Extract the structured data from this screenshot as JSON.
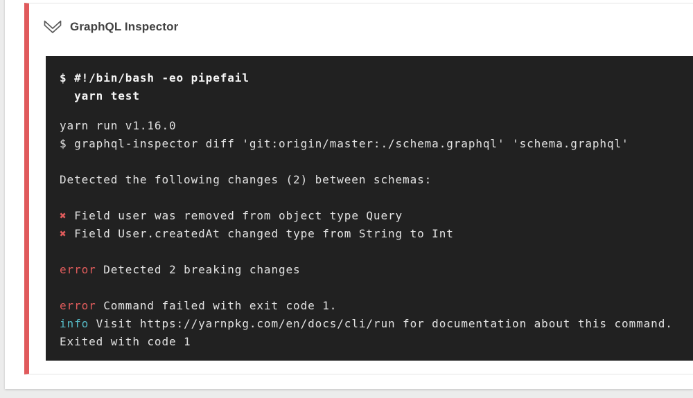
{
  "theme": {
    "page_bg": "#ececec",
    "card_border": "#e4e4e4",
    "accent_red": "#e05a5c",
    "title_color": "#424242",
    "icon_color": "#5a5a5a",
    "terminal_bg": "#212121",
    "terminal_text": "#e3e3e3",
    "terminal_bold": "#f5f5f5",
    "error_red": "#e05c5c",
    "info_cyan": "#56bac6"
  },
  "step": {
    "title": "GraphQL Inspector",
    "status": "failed",
    "collapse_icon": "double-chevron-down-icon"
  },
  "terminal": {
    "command_lines": [
      "$ #!/bin/bash -eo pipefail",
      "  yarn test"
    ],
    "output_lines": [
      [
        {
          "t": "yarn run v1.16.0"
        }
      ],
      [
        {
          "t": "$ graphql-inspector diff 'git:origin/master:./schema.graphql' 'schema.graphql'"
        }
      ],
      [],
      [
        {
          "t": "Detected the following changes (2) between schemas:"
        }
      ],
      [],
      [
        {
          "t": "✖",
          "c": "red"
        },
        {
          "t": " Field user was removed from object type Query"
        }
      ],
      [
        {
          "t": "✖",
          "c": "red"
        },
        {
          "t": " Field User.createdAt changed type from String to Int"
        }
      ],
      [],
      [
        {
          "t": "error",
          "c": "red"
        },
        {
          "t": " Detected 2 breaking changes"
        }
      ],
      [],
      [
        {
          "t": "error",
          "c": "red"
        },
        {
          "t": " Command failed with exit code 1."
        }
      ],
      [
        {
          "t": "info",
          "c": "cyan"
        },
        {
          "t": " Visit https://yarnpkg.com/en/docs/cli/run for documentation about this command."
        }
      ],
      [
        {
          "t": "Exited with code 1"
        }
      ]
    ]
  }
}
